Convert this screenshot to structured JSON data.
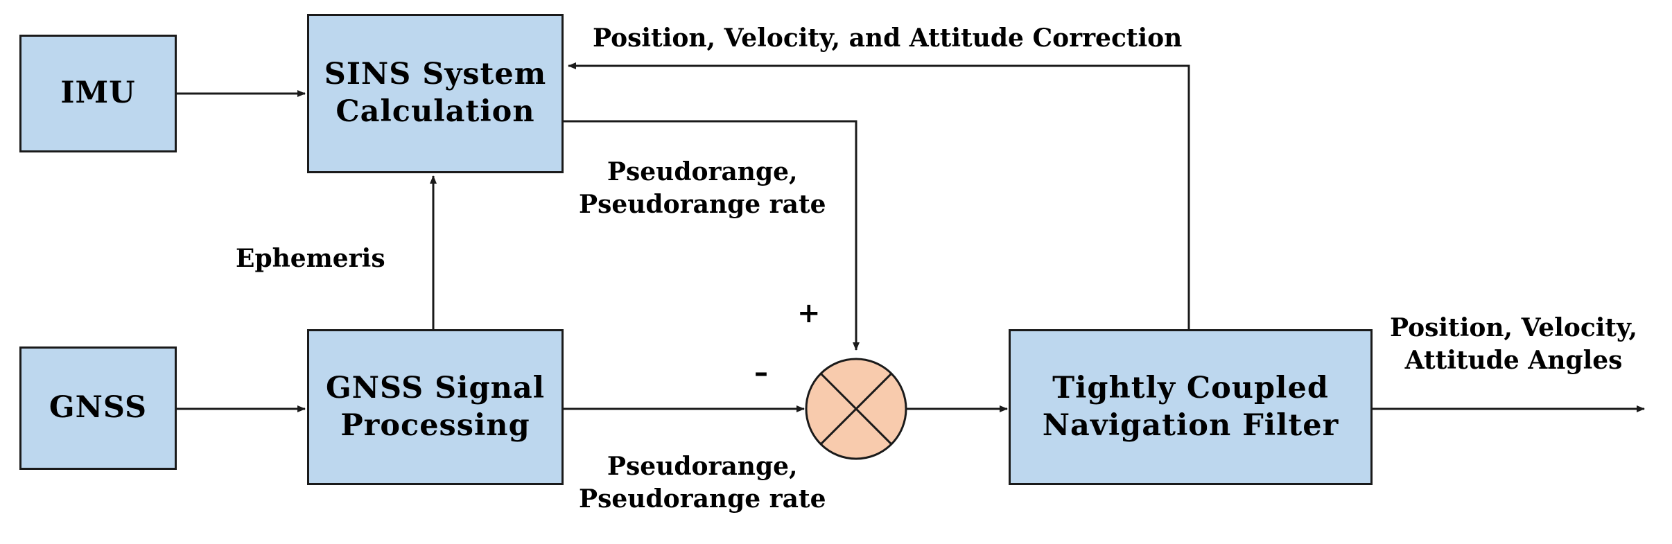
{
  "blocks": {
    "imu": {
      "label": "IMU"
    },
    "sins": {
      "line1": "SINS System",
      "line2": "Calculation"
    },
    "gnss": {
      "label": "GNSS"
    },
    "gnss_proc": {
      "line1": "GNSS Signal",
      "line2": "Processing"
    },
    "filter": {
      "line1": "Tightly Coupled",
      "line2": "Navigation Filter"
    }
  },
  "labels": {
    "correction": "Position, Velocity, and Attitude Correction",
    "ephemeris": "Ephemeris",
    "sins_output": {
      "line1": "Pseudorange,",
      "line2": "Pseudorange rate"
    },
    "gnss_output": {
      "line1": "Pseudorange,",
      "line2": "Pseudorange rate"
    },
    "filter_output": {
      "line1": "Position, Velocity,",
      "line2": "Attitude Angles"
    },
    "plus": "+",
    "minus": "–"
  },
  "colors": {
    "block_fill": "#bdd7ee",
    "summer_fill": "#f8cbad",
    "line": "#1a1a1a"
  }
}
